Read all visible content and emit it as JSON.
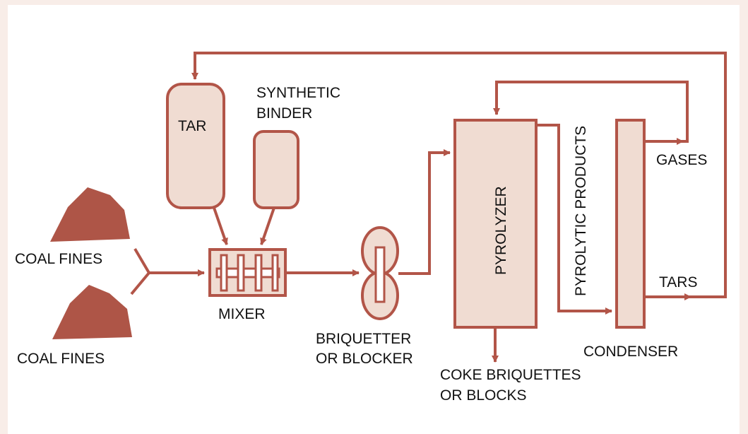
{
  "colors": {
    "stroke": "#B25548",
    "fill": "#F0DCD2",
    "coal": "#AE5547",
    "background": "#F8EDE8",
    "panel": "#FFFFFF",
    "text": "#111111"
  },
  "labels": {
    "tar": "TAR",
    "synthetic_binder": [
      "SYNTHETIC",
      "BINDER"
    ],
    "coal_fines_top": "COAL FINES",
    "coal_fines_bottom": "COAL FINES",
    "mixer": "MIXER",
    "briquetter": [
      "BRIQUETTER",
      "OR BLOCKER"
    ],
    "pyrolyzer": "PYROLYZER",
    "pyrolytic_products": "PYROLYTIC PRODUCTS",
    "gases": "GASES",
    "tars": "TARS",
    "condenser": "CONDENSER",
    "coke": [
      "COKE BRIQUETTES",
      "OR BLOCKS"
    ]
  },
  "flows": [
    {
      "from": "coal-fines",
      "to": "mixer"
    },
    {
      "from": "tar-tank",
      "to": "mixer"
    },
    {
      "from": "synthetic-binder-tank",
      "to": "mixer"
    },
    {
      "from": "mixer",
      "to": "briquetter"
    },
    {
      "from": "briquetter",
      "to": "pyrolyzer"
    },
    {
      "from": "pyrolyzer",
      "to": "condenser",
      "label": "PYROLYTIC PRODUCTS"
    },
    {
      "from": "condenser",
      "to": "pyrolyzer",
      "label": "GASES"
    },
    {
      "from": "condenser",
      "to": "tar-tank",
      "label": "TARS"
    },
    {
      "from": "pyrolyzer",
      "to": "output",
      "label": "COKE BRIQUETTES OR BLOCKS"
    }
  ]
}
